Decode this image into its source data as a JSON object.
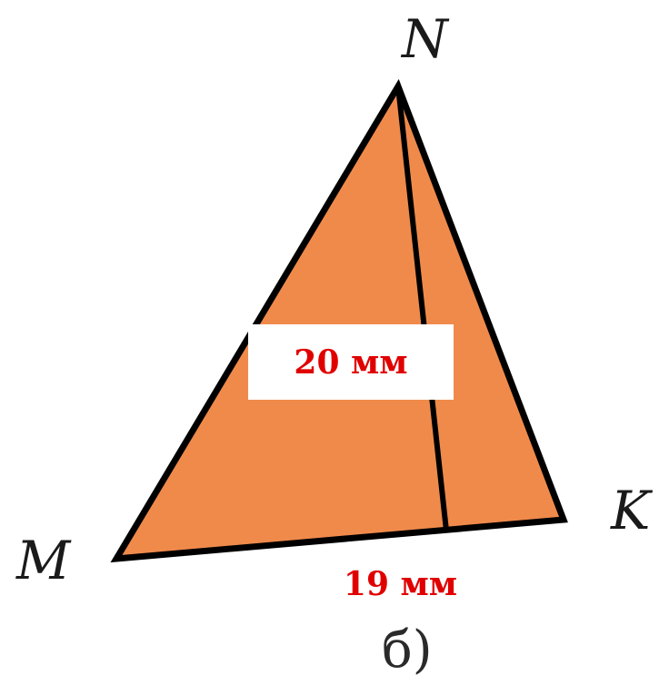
{
  "vertices": {
    "n": "N",
    "m": "M",
    "k": "K"
  },
  "measurements": {
    "height": "20 мм",
    "base": "19 мм"
  },
  "caption": "б)",
  "colors": {
    "fill": "#f08a4b",
    "stroke": "#000000",
    "measure_text": "#e00000"
  }
}
